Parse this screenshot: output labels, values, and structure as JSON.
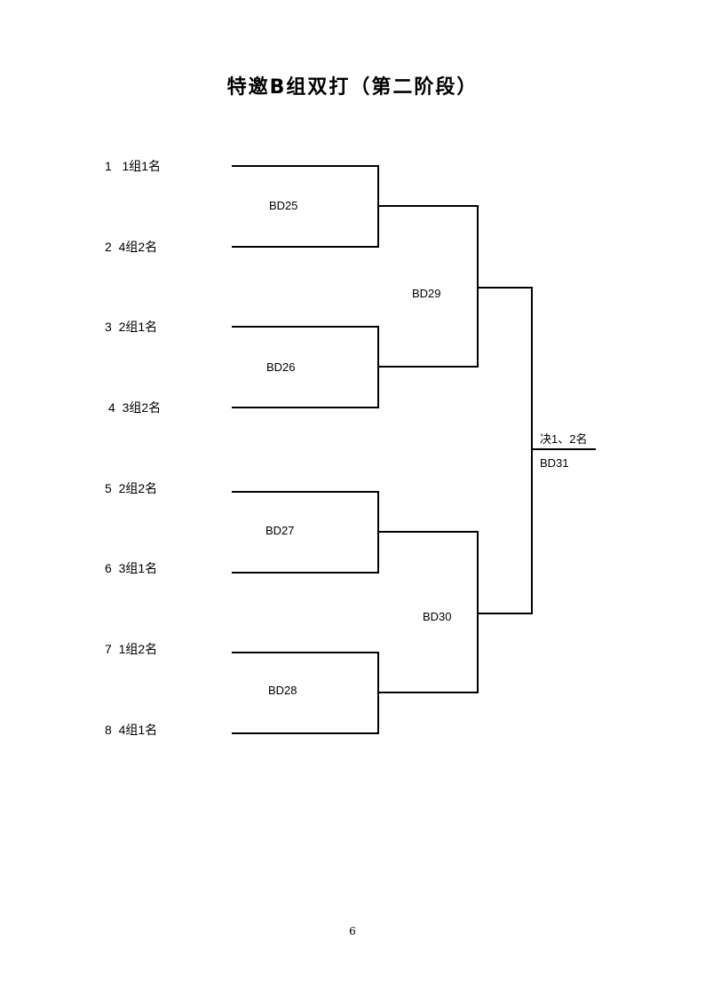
{
  "title": "特邀B组双打（第二阶段）",
  "seeds": [
    {
      "num": "1",
      "label": "1组1名"
    },
    {
      "num": "2",
      "label": "4组2名"
    },
    {
      "num": "3",
      "label": "2组1名"
    },
    {
      "num": "4",
      "label": "3组2名"
    },
    {
      "num": "5",
      "label": "2组2名"
    },
    {
      "num": "6",
      "label": "3组1名"
    },
    {
      "num": "7",
      "label": "1组2名"
    },
    {
      "num": "8",
      "label": "4组1名"
    }
  ],
  "matches": {
    "r1": [
      "BD25",
      "BD26",
      "BD27",
      "BD28"
    ],
    "r2": [
      "BD29",
      "BD30"
    ],
    "final": {
      "label": "决1、2名",
      "code": "BD31"
    }
  },
  "page_number": "6"
}
